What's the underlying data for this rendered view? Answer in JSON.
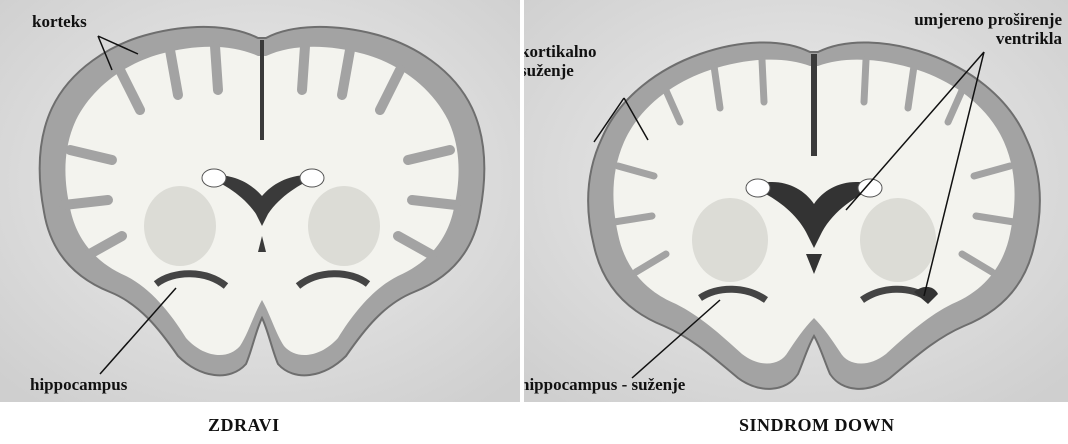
{
  "figure": {
    "left_panel": {
      "caption": "ZDRAVI",
      "labels": {
        "cortex": "korteks",
        "hippocampus": "hippocampus"
      }
    },
    "right_panel": {
      "caption": "SINDROM DOWN",
      "labels": {
        "cortical_narrowing_line1": "kortikalno",
        "cortical_narrowing_line2": "suženje",
        "ventricle_line1": "umjereno proširenje",
        "ventricle_line2": "ventrikla",
        "hippocampus": "hippocampus - suženje"
      }
    }
  },
  "colors": {
    "background": "#e2e2e2",
    "cortex_gray": "#a6a6a6",
    "white_matter": "#f4f4ef",
    "ventricle": "#3a3a3a",
    "text": "#111111"
  }
}
